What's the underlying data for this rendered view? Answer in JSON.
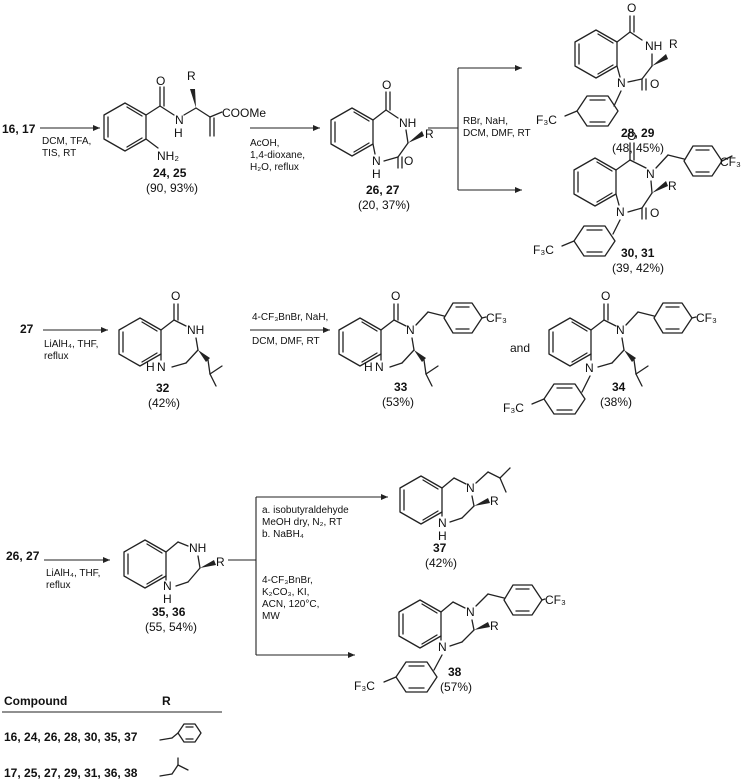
{
  "row1": {
    "start_label": "16, 17",
    "step1_conditions": [
      "DCM, TFA,",
      "TIS, RT"
    ],
    "int_label": "24, 25",
    "int_yield": "(90, 93%)",
    "step2_conditions": [
      "AcOH,",
      "1,4-dioxane,",
      "H₂O, reflux"
    ],
    "diones_label": "26, 27",
    "diones_yield": "(20, 37%)",
    "step3_conditions": [
      "RBr, NaH,",
      "DCM, DMF, RT"
    ],
    "mono_label": "28, 29",
    "mono_yield": "(48, 45%)",
    "bis_label": "30, 31",
    "bis_yield": "(39, 42%)"
  },
  "row2": {
    "start_label": "27",
    "step1_conditions": [
      "LiAlH₄, THF,",
      "reflux"
    ],
    "lactam_label": "32",
    "lactam_yield": "(42%)",
    "step2_conditions": [
      "4-CF₃BnBr, NaH,",
      "DCM, DMF, RT"
    ],
    "prod_a_label": "33",
    "prod_a_yield": "(53%)",
    "and_text": "and",
    "prod_b_label": "34",
    "prod_b_yield": "(38%)"
  },
  "row3": {
    "start_label": "26, 27",
    "step1_conditions": [
      "LiAlH₄, THF,",
      "reflux"
    ],
    "diamine_label": "35, 36",
    "diamine_yield": "(55, 54%)",
    "path_a_conditions": [
      "a. isobutyraldehyde",
      "MeOH dry, N₂, RT",
      "b. NaBH₄"
    ],
    "path_a_label": "37",
    "path_a_yield": "(42%)",
    "path_b_conditions": [
      "4-CF₃BnBr,",
      "K₂CO₃, KI,",
      "ACN, 120°C,",
      "MW"
    ],
    "path_b_label": "38",
    "path_b_yield": "(57%)"
  },
  "atoms": {
    "O": "O",
    "NH": "NH",
    "N": "N",
    "H": "H",
    "R": "R",
    "NH2": "NH₂",
    "COOMe": "COOMe",
    "CF3": "CF₃",
    "F3C": "F₃C"
  },
  "table": {
    "header_compound": "Compound",
    "header_r": "R",
    "rows": [
      {
        "compounds": "16, 24, 26, 28, 30, 35, 37",
        "r_group": "benzyl"
      },
      {
        "compounds": "17, 25, 27, 29, 31, 36, 38",
        "r_group": "isobutyl"
      }
    ]
  }
}
